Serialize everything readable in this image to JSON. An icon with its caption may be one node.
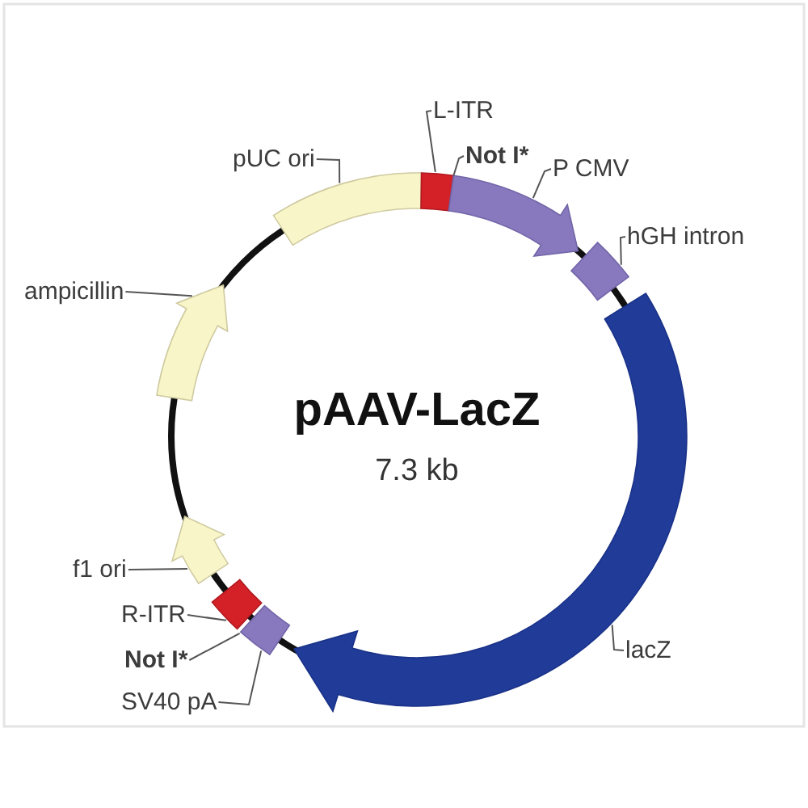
{
  "diagram": {
    "title": "pAAV-LacZ",
    "nodes": [
      {
        "text": [
          "L-ITR"
        ]
      },
      {
        "text": [
          "Not I*"
        ]
      },
      {
        "text": [
          "P CMV"
        ]
      },
      {
        "text": [
          "pUC ori"
        ]
      },
      {
        "text": [
          "hGH intron"
        ]
      },
      {
        "text": [
          "ampicillin"
        ]
      },
      {
        "text": [
          "f1 ori"
        ]
      },
      {
        "text": [
          "R-ITR"
        ]
      },
      {
        "text": [
          "Not I*"
        ]
      },
      {
        "text": [
          "SV40 pA"
        ]
      },
      {
        "text": [
          "lacZ"
        ]
      },
      {
        "text": [],
        "shape": "box"
      },
      {
        "text": [],
        "shape": "box"
      },
      {
        "text": [],
        "shape": "arrow"
      },
      {
        "text": [],
        "shape": "box"
      },
      {
        "text": [],
        "shape": "arrow"
      },
      {
        "text": [],
        "shape": "box"
      },
      {
        "text": [],
        "shape": "box"
      },
      {
        "text": [],
        "shape": "arrow"
      },
      {
        "text": [],
        "shape": "arrow"
      }
    ],
    "edges": [
      {
        "from": 0,
        "to": 12,
        "arrow": "none"
      },
      {
        "from": 1,
        "to": null,
        "arrow": "none"
      },
      {
        "from": 2,
        "to": 13,
        "arrow": "none"
      },
      {
        "from": 3,
        "to": 11,
        "arrow": "none"
      },
      {
        "from": 4,
        "to": 14,
        "arrow": "none"
      },
      {
        "from": 5,
        "to": 19,
        "arrow": "none"
      },
      {
        "from": 6,
        "to": 18,
        "arrow": "none"
      },
      {
        "from": 7,
        "to": 17,
        "arrow": "none"
      },
      {
        "from": 8,
        "to": 16,
        "arrow": "none"
      },
      {
        "from": 9,
        "to": 16,
        "arrow": "none"
      },
      {
        "from": 10,
        "to": 15,
        "arrow": "none"
      }
    ],
    "labels": [
      "7.3 kb"
    ]
  }
}
